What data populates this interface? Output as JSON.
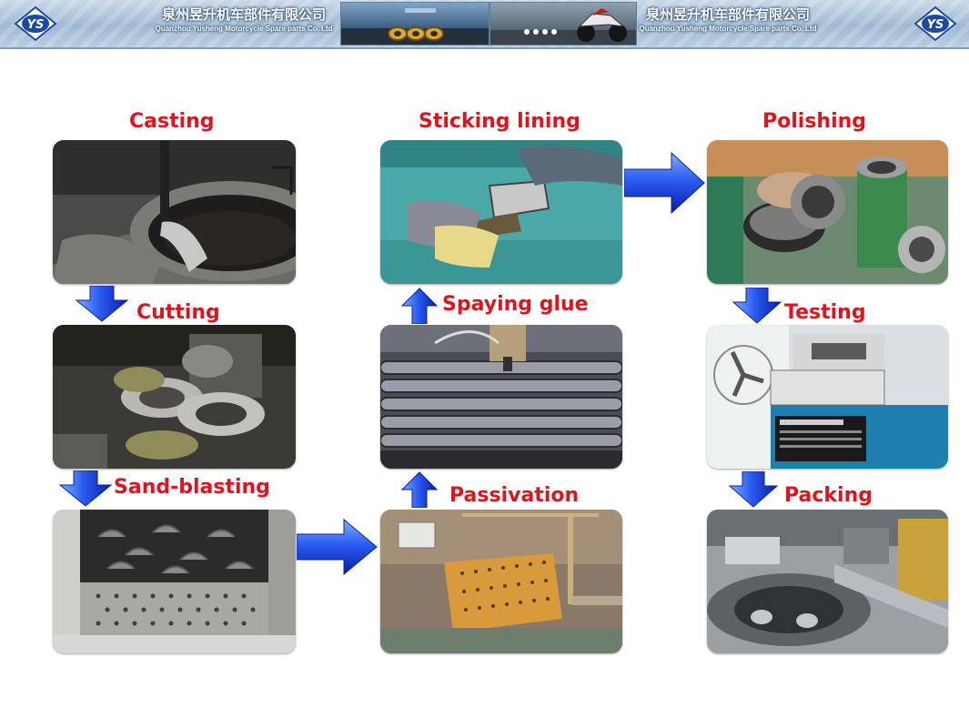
{
  "header": {
    "company_cn": "泉州昱升机车部件有限公司",
    "company_en": "Quanzhou Yusheng Motorcycle Spare parts Co. Ltd",
    "logo_text": "YS",
    "banner_photo_text": "Quanzhou Yusheng"
  },
  "steps": [
    {
      "id": "casting",
      "label": "Casting",
      "icon": "casting-photo"
    },
    {
      "id": "cutting",
      "label": "Cutting",
      "icon": "cutting-photo"
    },
    {
      "id": "sand_blasting",
      "label": "Sand-blasting",
      "icon": "sand-blasting-photo"
    },
    {
      "id": "passivation",
      "label": "Passivation",
      "icon": "passivation-photo"
    },
    {
      "id": "spaying_glue",
      "label": "Spaying glue",
      "icon": "spaying-glue-photo"
    },
    {
      "id": "sticking_lining",
      "label": "Sticking lining",
      "icon": "sticking-lining-photo"
    },
    {
      "id": "polishing",
      "label": "Polishing",
      "icon": "polishing-photo"
    },
    {
      "id": "testing",
      "label": "Testing",
      "icon": "testing-photo"
    },
    {
      "id": "packing",
      "label": "Packing",
      "icon": "packing-photo"
    }
  ],
  "colors": {
    "label": "#e0141c",
    "arrow_light": "#4f8cff",
    "arrow_dark": "#0a1ea8",
    "banner": "#9fb9d2"
  }
}
